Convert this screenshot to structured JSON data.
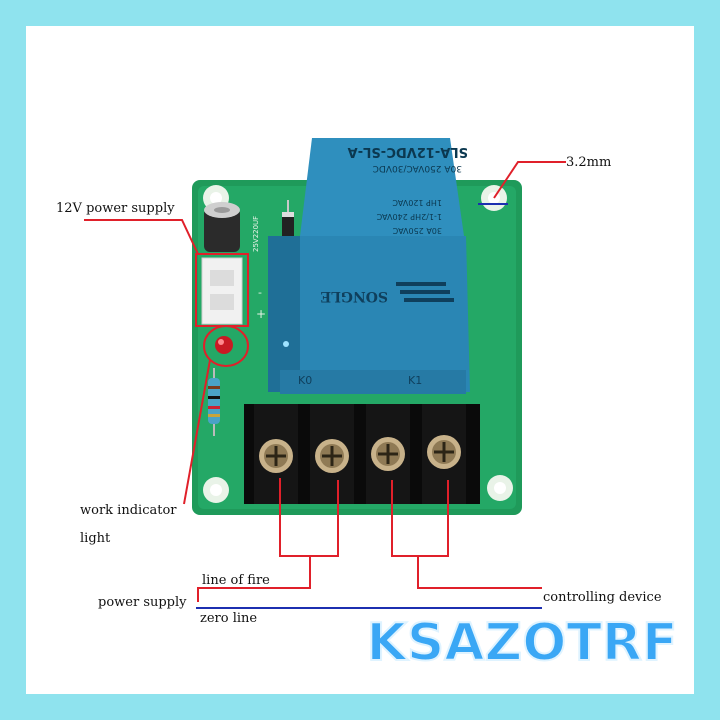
{
  "labels": {
    "hole": "3.2mm",
    "power_in": "12V power supply",
    "indicator_1": "work indicator",
    "indicator_2": "light",
    "fire_line": "line of fire",
    "power_supply": "power supply",
    "zero_line": "zero line",
    "controlling": "controlling device"
  },
  "brand": "KSAZOTRF",
  "relay": {
    "line1": "SLA-12VDC-SL-A",
    "line2": "30A 250VAC/30VDC",
    "line3": "30A 250VAC",
    "line4": "1-1/2HP 240VAC",
    "line5": "1HP 120VAC",
    "maker": "SONGLE",
    "pin_k0": "K0",
    "pin_k1": "K1"
  },
  "board": {
    "cap_label": "25V220UF",
    "minus": "-",
    "plus": "+"
  },
  "colors": {
    "background": "#8fe3ee",
    "pcb": "#1f9a5a",
    "relay": "#2a86b4",
    "callout_red": "#e0202a",
    "callout_blue": "#1c2fb0",
    "brand": "#3aa7f5"
  }
}
